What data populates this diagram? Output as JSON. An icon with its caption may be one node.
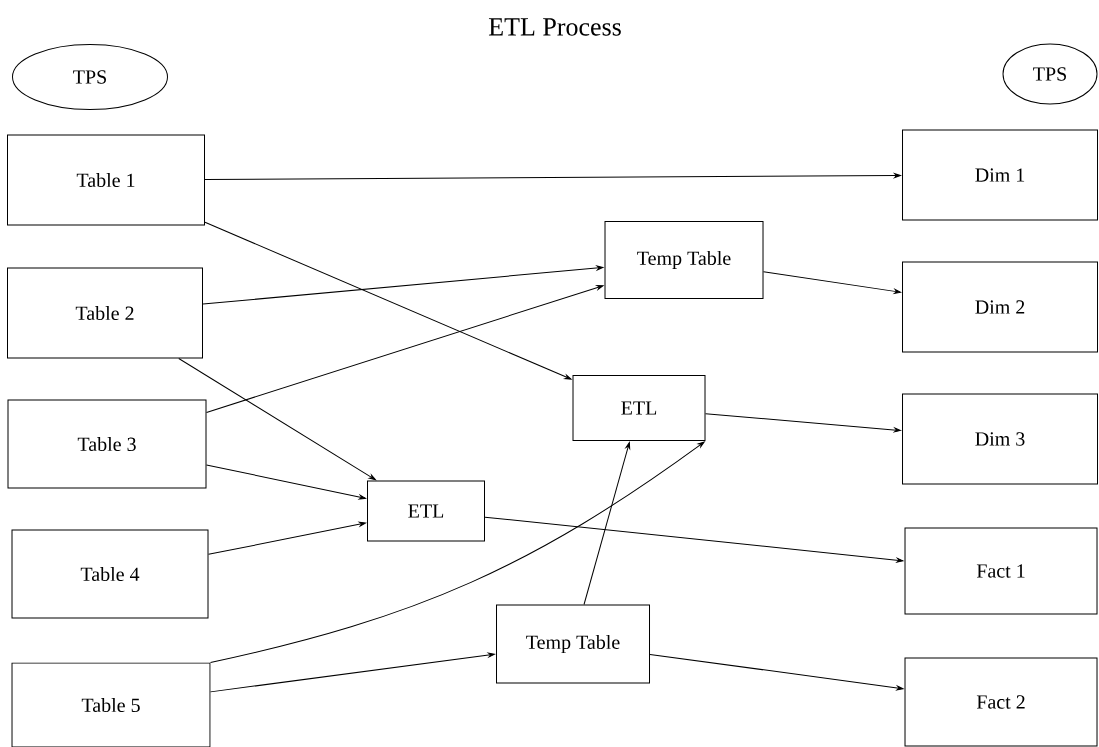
{
  "diagram": {
    "title": "ETL Process",
    "nodes": [
      {
        "text": [
          "TPS"
        ]
      },
      {
        "text": [
          "TPS"
        ]
      },
      {
        "text": [
          "Table 1"
        ]
      },
      {
        "text": [
          "Dim 1"
        ]
      },
      {
        "text": [
          "Temp Table"
        ]
      },
      {
        "text": [
          "Table 2"
        ]
      },
      {
        "text": [
          "Dim 2"
        ]
      },
      {
        "text": [
          "ETL"
        ]
      },
      {
        "text": [
          "Table 3"
        ]
      },
      {
        "text": [
          "Dim 3"
        ]
      },
      {
        "text": [
          "ETL"
        ]
      },
      {
        "text": [
          "Table 4"
        ]
      },
      {
        "text": [
          "Fact 1"
        ]
      },
      {
        "text": [
          "Temp Table"
        ]
      },
      {
        "text": [
          "Table 5"
        ]
      },
      {
        "text": [
          "Fact 2"
        ]
      }
    ],
    "edges": [
      {
        "from": 2,
        "to": 3,
        "arrow": "to"
      },
      {
        "from": 2,
        "to": 7,
        "arrow": "to"
      },
      {
        "from": 5,
        "to": 4,
        "arrow": "to"
      },
      {
        "from": 5,
        "to": 10,
        "arrow": "to"
      },
      {
        "from": 8,
        "to": 4,
        "arrow": "to"
      },
      {
        "from": 8,
        "to": 10,
        "arrow": "to"
      },
      {
        "from": 11,
        "to": 10,
        "arrow": "to"
      },
      {
        "from": 14,
        "to": 7,
        "arrow": "to"
      },
      {
        "from": 14,
        "to": 13,
        "arrow": "to"
      },
      {
        "from": 13,
        "to": 7,
        "arrow": "to"
      },
      {
        "from": 4,
        "to": 6,
        "arrow": "to"
      },
      {
        "from": 7,
        "to": 9,
        "arrow": "to"
      },
      {
        "from": 10,
        "to": 12,
        "arrow": "to"
      },
      {
        "from": 13,
        "to": 15,
        "arrow": "to"
      }
    ]
  }
}
